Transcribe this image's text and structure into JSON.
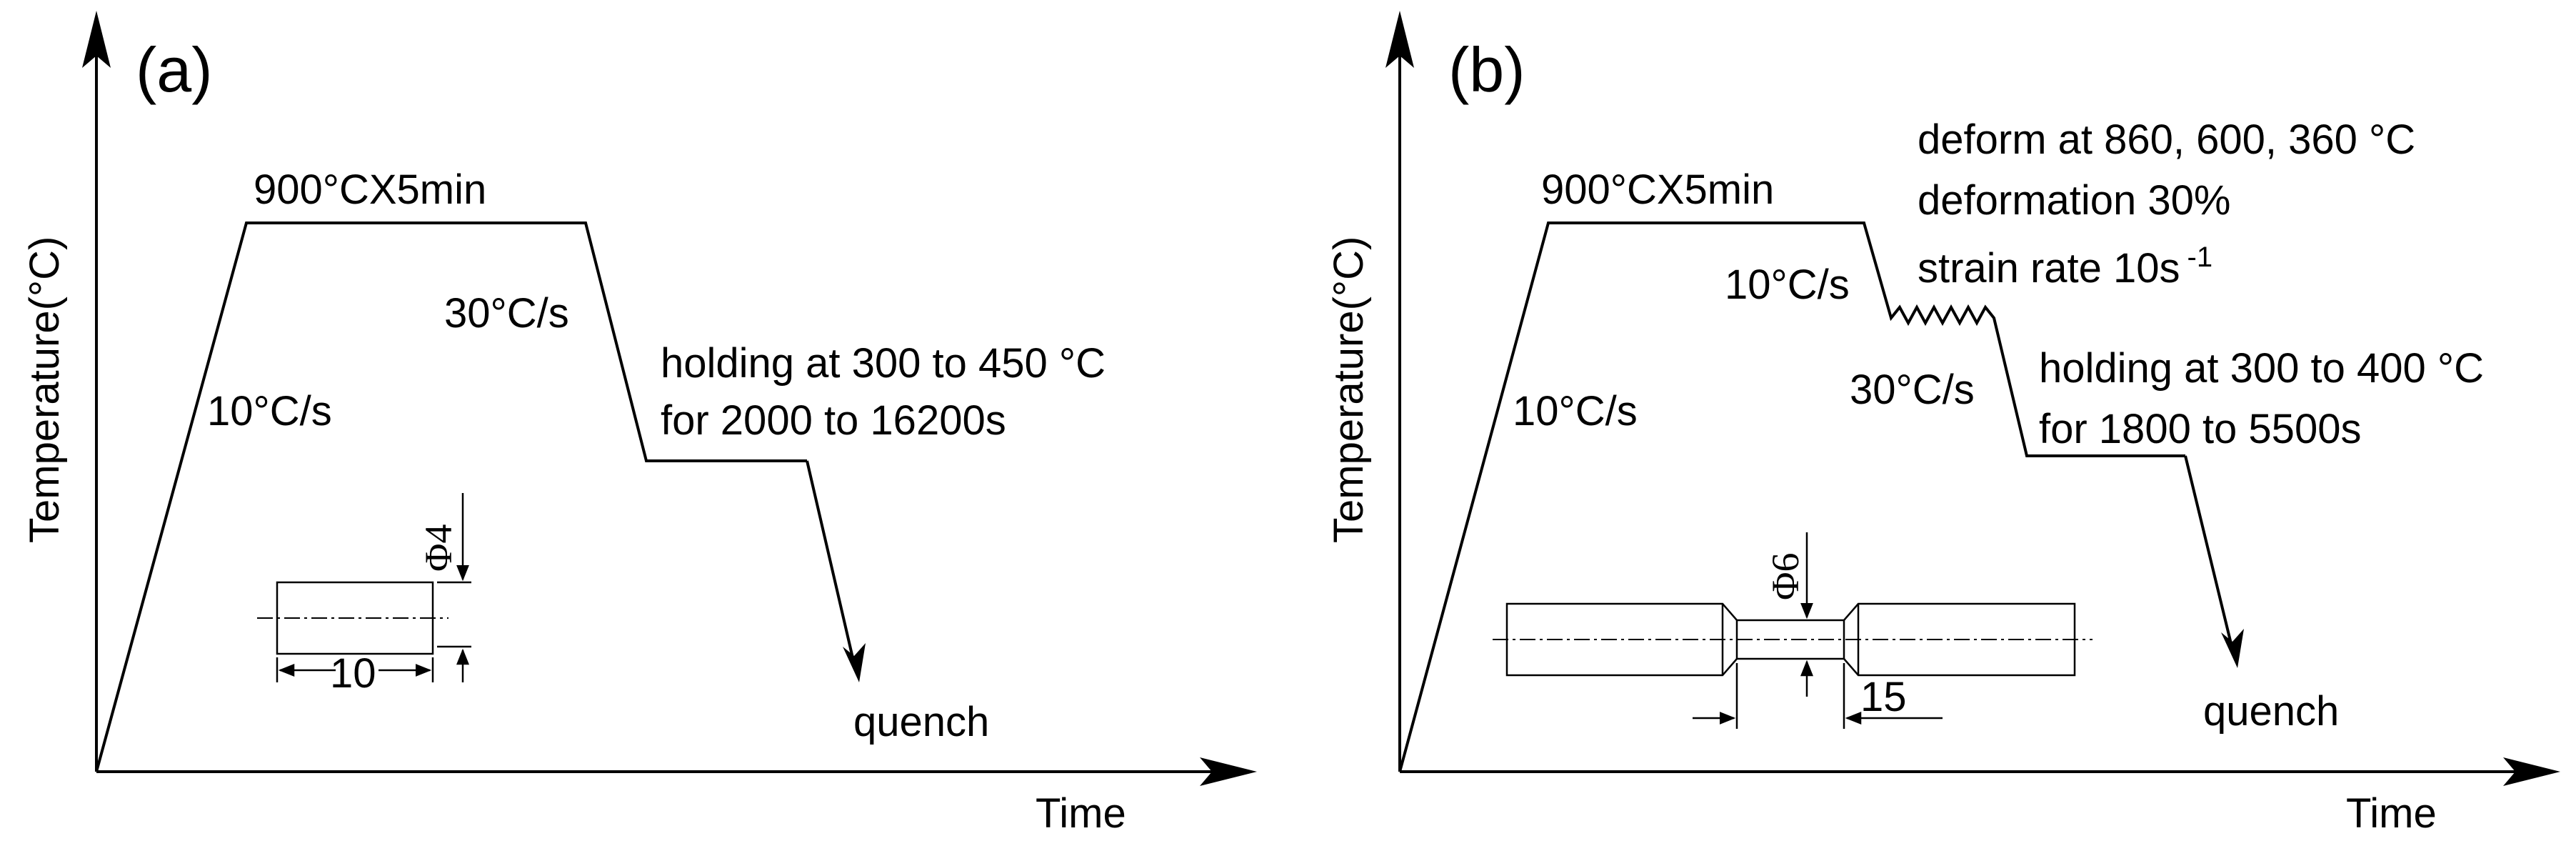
{
  "panel_a": {
    "label": "(a)",
    "y_axis": "Temperature(°C)",
    "x_axis": "Time",
    "austenitize": "900°CX5min",
    "heat_rate": "10°C/s",
    "cool_rate": "30°C/s",
    "hold_line1": "holding at 300 to 450 °C",
    "hold_line2": "for 2000 to 16200s",
    "quench": "quench",
    "diameter": "Φ4",
    "length": "10"
  },
  "panel_b": {
    "label": "(b)",
    "y_axis": "Temperature(°C)",
    "x_axis": "Time",
    "austenitize": "900°CX5min",
    "heat_rate": "10°C/s",
    "cool_rate_1": "10°C/s",
    "deform_line1": "deform at 860, 600, 360 °C",
    "deform_line2": "deformation 30%",
    "deform_line3": "strain rate 10s",
    "deform_line3_sup": "-1",
    "cool_rate_2": "30°C/s",
    "hold_line1": "holding at 300 to 400 °C",
    "hold_line2": "for 1800 to 5500s",
    "quench": "quench",
    "diameter": "Φ6",
    "length": "15"
  }
}
